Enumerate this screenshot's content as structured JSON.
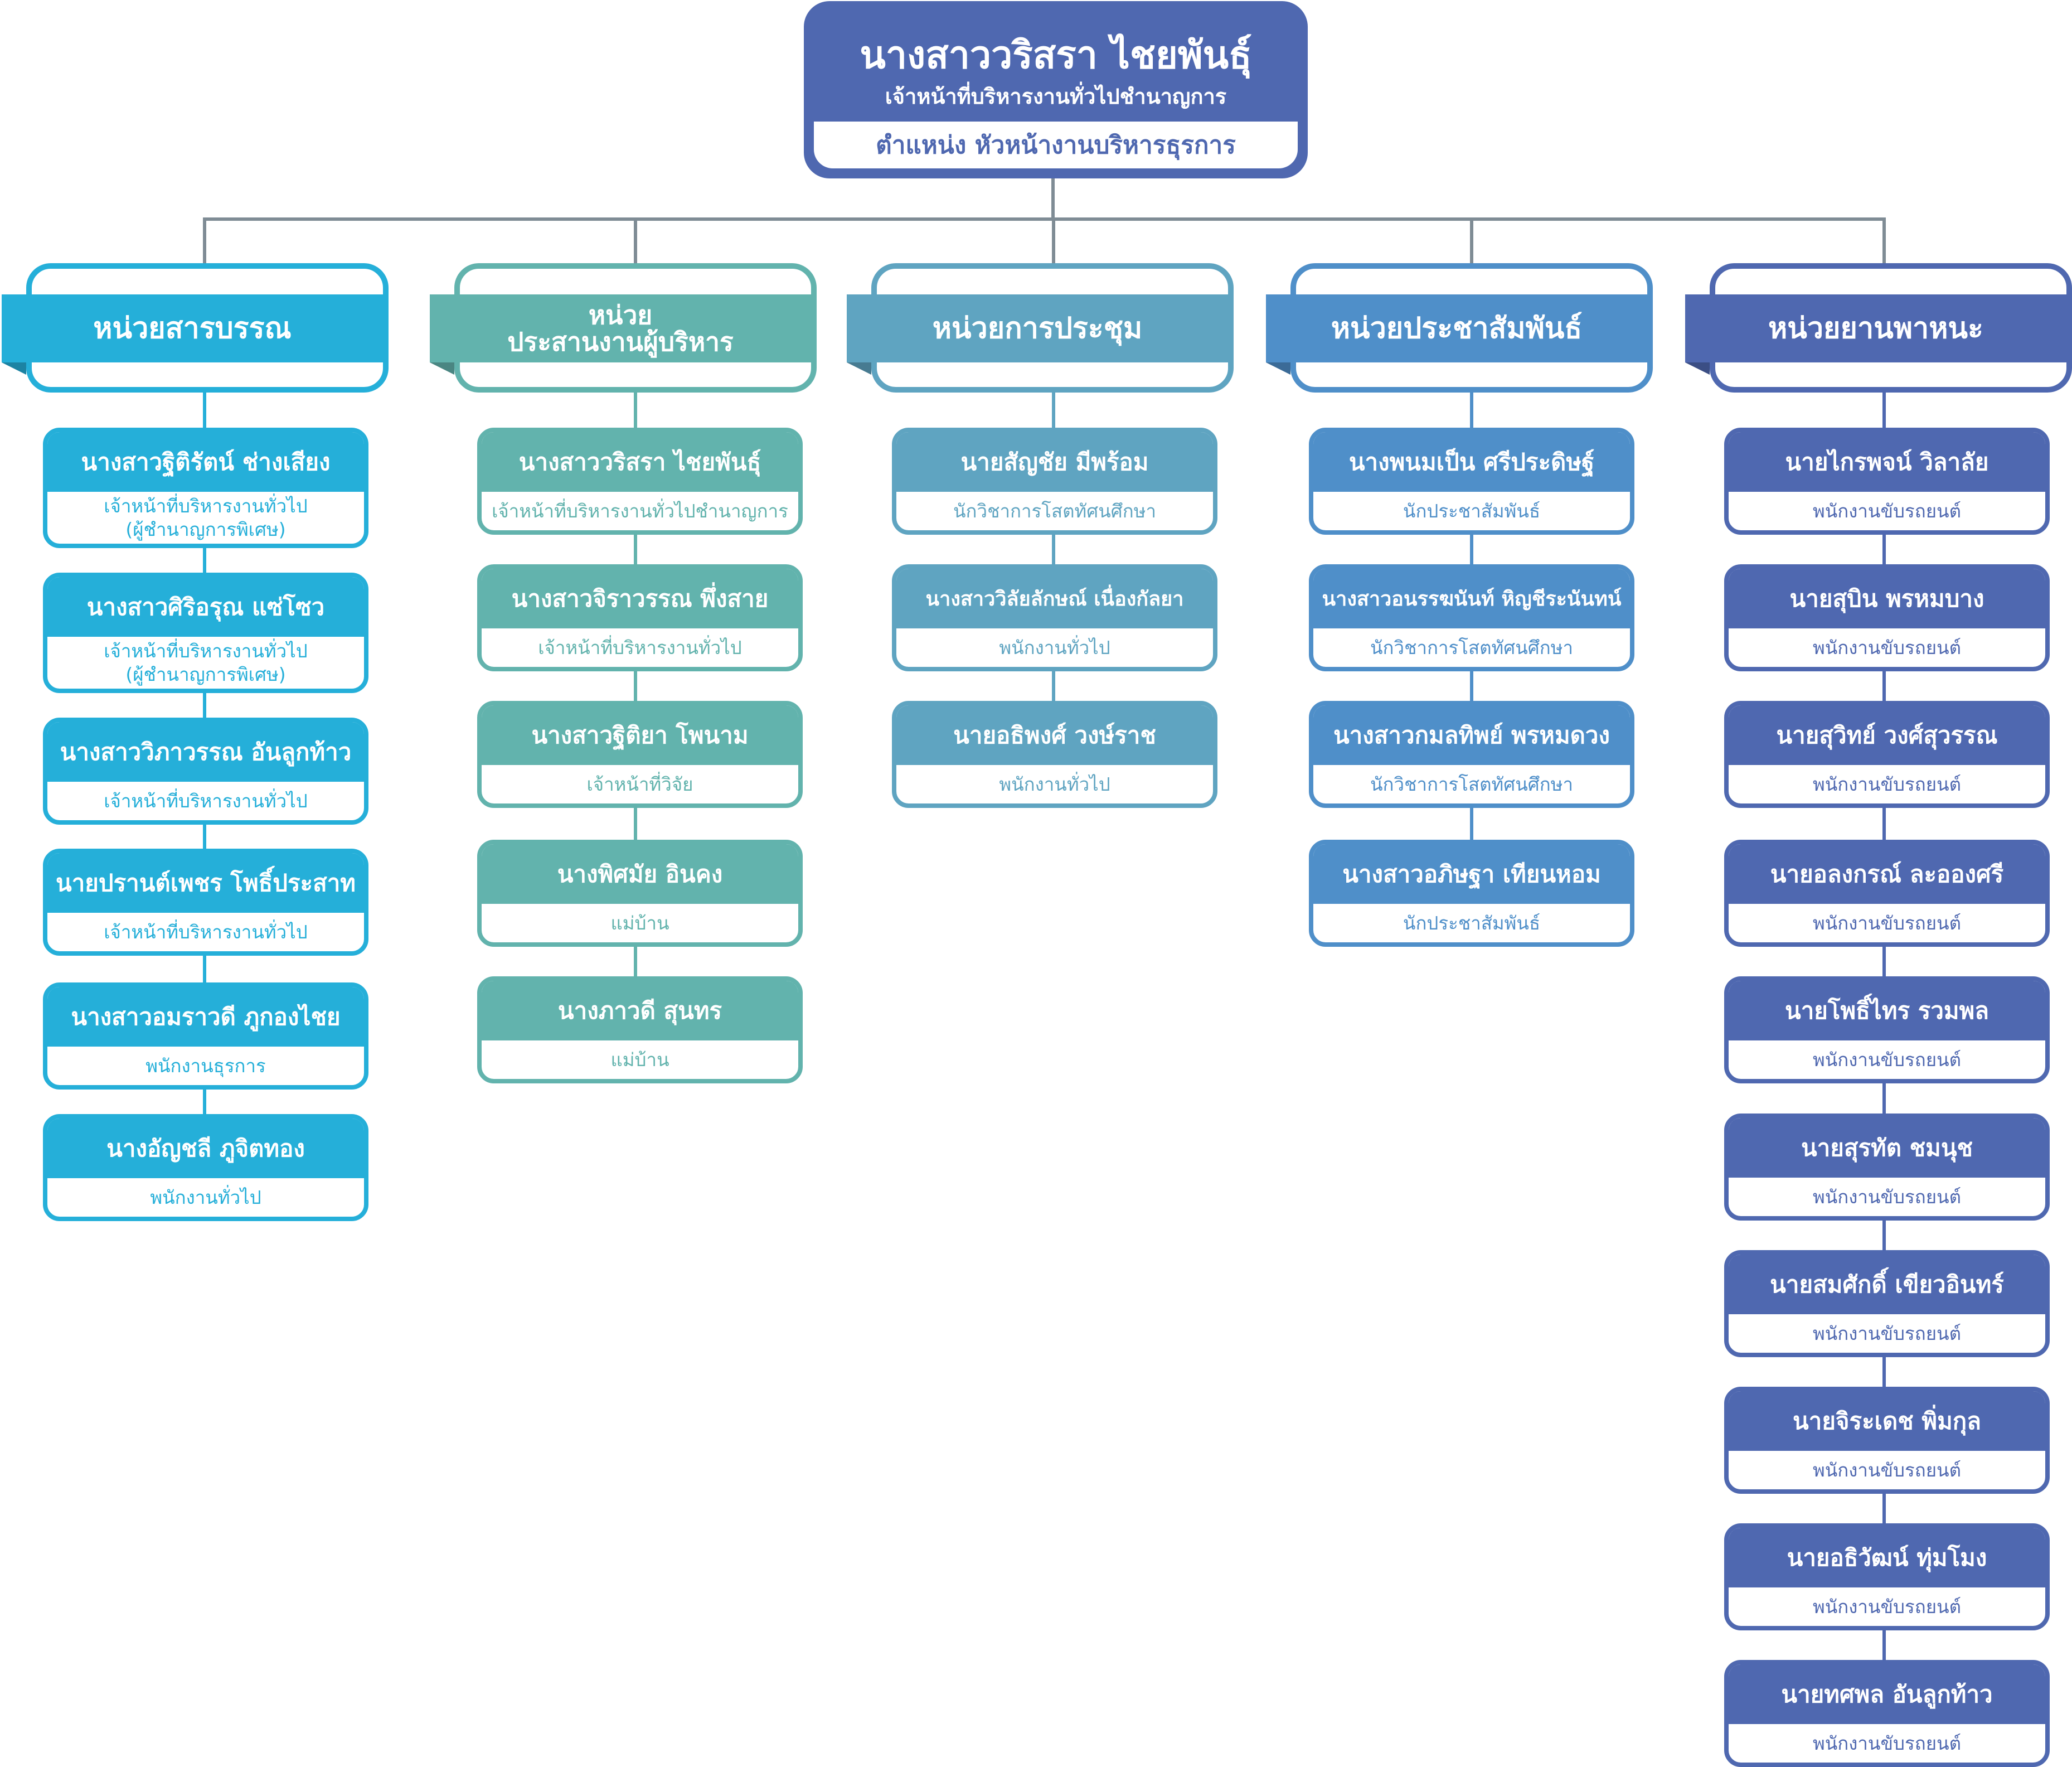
{
  "head": {
    "name": "นางสาววริสรา  ไชยพันธุ์",
    "position": "เจ้าหน้าที่บริหารงานทั่วไปชำนาญการ",
    "role": "ตำแหน่ง หัวหน้างานบริหารธุรการ",
    "color": "#4f68b0"
  },
  "units": [
    {
      "title": "หน่วยสารบรรณ",
      "color": "#25afd9",
      "members": [
        {
          "name": "นางสาวฐิติรัตน์  ช่างเสียง",
          "title": "เจ้าหน้าที่บริหารงานทั่วไป\n(ผู้ชำนาญการพิเศษ)"
        },
        {
          "name": "นางสาวศิริอรุณ  แซ่โซว",
          "title": "เจ้าหน้าที่บริหารงานทั่วไป\n(ผู้ชำนาญการพิเศษ)"
        },
        {
          "name": "นางสาววิภาวรรณ  อันลูกท้าว",
          "title": "เจ้าหน้าที่บริหารงานทั่วไป"
        },
        {
          "name": "นายปรานต์เพชร โพธิ์ประสาท",
          "title": "เจ้าหน้าที่บริหารงานทั่วไป"
        },
        {
          "name": "นางสาวอมราวดี  ภูกองไชย",
          "title": "พนักงานธุรการ"
        },
        {
          "name": "นางอัญชลี  ภูจิตทอง",
          "title": "พนักงานทั่วไป"
        }
      ]
    },
    {
      "title": "หน่วย\nประสานงานผู้บริหาร",
      "color": "#62b3ad",
      "members": [
        {
          "name": "นางสาววริสรา  ไชยพันธุ์",
          "title": "เจ้าหน้าที่บริหารงานทั่วไปชำนาญการ"
        },
        {
          "name": "นางสาวจิราวรรณ  พึ่งสาย",
          "title": "เจ้าหน้าที่บริหารงานทั่วไป"
        },
        {
          "name": "นางสาวฐิติยา  โพนาม",
          "title": "เจ้าหน้าที่วิจัย"
        },
        {
          "name": "นางพิศมัย  อินคง",
          "title": "แม่บ้าน"
        },
        {
          "name": "นางภาวดี  สุนทร",
          "title": "แม่บ้าน"
        }
      ]
    },
    {
      "title": "หน่วยการประชุม",
      "color": "#5fa4c1",
      "members": [
        {
          "name": "นายสัญชัย  มีพร้อม",
          "title": "นักวิชาการโสตทัศนศึกษา"
        },
        {
          "name": "นางสาววิลัยลักษณ์ เนื่องกัลยา",
          "title": "พนักงานทั่วไป"
        },
        {
          "name": "นายอธิพงศ์  วงษ์ราช",
          "title": "พนักงานทั่วไป"
        }
      ]
    },
    {
      "title": "หน่วยประชาสัมพันธ์",
      "color": "#4f8fc9",
      "members": [
        {
          "name": "นางพนมเป็น  ศรีประดิษฐ์",
          "title": "นักประชาสัมพันธ์"
        },
        {
          "name": "นางสาวอนรรฆนันท์  หิญชีระนันทน์",
          "title": "นักวิชาการโสตทัศนศึกษา"
        },
        {
          "name": "นางสาวกมลทิพย์  พรหมดวง",
          "title": "นักวิชาการโสตทัศนศึกษา"
        },
        {
          "name": "นางสาวอภิษฐา  เทียนหอม",
          "title": "นักประชาสัมพันธ์"
        }
      ]
    },
    {
      "title": "หน่วยยานพาหนะ",
      "color": "#4f68b0",
      "members": [
        {
          "name": "นายไกรพจน์  วิลาลัย",
          "title": "พนักงานขับรถยนต์"
        },
        {
          "name": "นายสุบิน  พรหมบาง",
          "title": "พนักงานขับรถยนต์"
        },
        {
          "name": "นายสุวิทย์  วงศ์สุวรรณ",
          "title": "พนักงานขับรถยนต์"
        },
        {
          "name": "นายอลงกรณ์  ละอองศรี",
          "title": "พนักงานขับรถยนต์"
        },
        {
          "name": "นายโพธิ์ไทร  รวมพล",
          "title": "พนักงานขับรถยนต์"
        },
        {
          "name": "นายสุรทัต  ชมนุช",
          "title": "พนักงานขับรถยนต์"
        },
        {
          "name": "นายสมศักดิ์  เขียวอินทร์",
          "title": "พนักงานขับรถยนต์"
        },
        {
          "name": "นายจิระเดช  พิ่มกุล",
          "title": "พนักงานขับรถยนต์"
        },
        {
          "name": "นายอธิวัฒน์  ทุ่มโมง",
          "title": "พนักงานขับรถยนต์"
        },
        {
          "name": "นายทศพล  อันลูกท้าว",
          "title": "พนักงานขับรถยนต์"
        }
      ]
    }
  ]
}
